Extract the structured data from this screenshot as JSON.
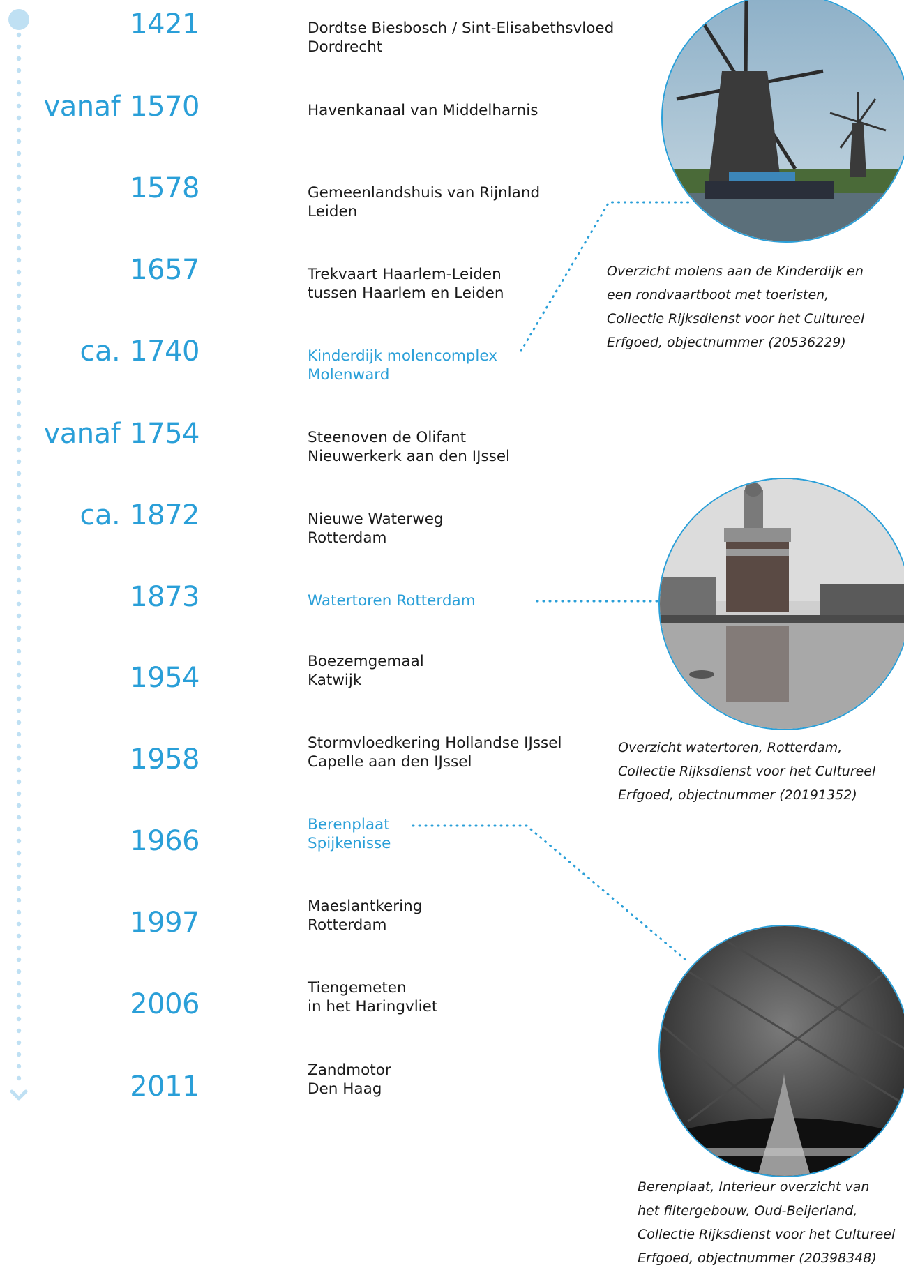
{
  "accent_color": "#2a9fd8",
  "rail_icons": {
    "top": "circle-dot-icon",
    "bottom": "chevron-down-icon"
  },
  "timeline": [
    {
      "prefix": "",
      "year": "1421",
      "line1": "Dordtse Biesbosch / Sint-Elisabethsvloed",
      "line2": "Dordrecht",
      "highlight": false
    },
    {
      "prefix": "vanaf",
      "year": "1570",
      "line1": "Havenkanaal van Middelharnis",
      "line2": "",
      "highlight": false
    },
    {
      "prefix": "",
      "year": "1578",
      "line1": "Gemeenlandshuis van Rijnland",
      "line2": "Leiden",
      "highlight": false
    },
    {
      "prefix": "",
      "year": "1657",
      "line1": "Trekvaart Haarlem-Leiden",
      "line2": "tussen Haarlem en Leiden",
      "highlight": false
    },
    {
      "prefix": "ca.",
      "year": "1740",
      "line1": "Kinderdijk molencomplex",
      "line2": "Molenward",
      "highlight": true
    },
    {
      "prefix": "vanaf",
      "year": "1754",
      "line1": "Steenoven de Olifant",
      "line2": "Nieuwerkerk aan den IJssel",
      "highlight": false
    },
    {
      "prefix": "ca.",
      "year": "1872",
      "line1": "Nieuwe Waterweg",
      "line2": "Rotterdam",
      "highlight": false
    },
    {
      "prefix": "",
      "year": "1873",
      "line1": "Watertoren Rotterdam",
      "line2": "",
      "highlight": true
    },
    {
      "prefix": "",
      "year": "1954",
      "line1": "Boezemgemaal",
      "line2": "Katwijk",
      "highlight": false
    },
    {
      "prefix": "",
      "year": "1958",
      "line1": "Stormvloedkering Hollandse IJssel",
      "line2": "Capelle aan den IJssel",
      "highlight": false
    },
    {
      "prefix": "",
      "year": "1966",
      "line1": "Berenplaat",
      "line2": "Spijkenisse",
      "highlight": true
    },
    {
      "prefix": "",
      "year": "1997",
      "line1": "Maeslantkering",
      "line2": "Rotterdam",
      "highlight": false
    },
    {
      "prefix": "",
      "year": "2006",
      "line1": "Tiengemeten",
      "line2": "in het Haringvliet",
      "highlight": false
    },
    {
      "prefix": "",
      "year": "2011",
      "line1": "Zandmotor",
      "line2": "Den Haag",
      "highlight": false
    }
  ],
  "photos": [
    {
      "subject": "windmills-photo",
      "caption": [
        "Overzicht molens aan de Kinderdijk en",
        "een rondvaartboot met toeristen,",
        "Collectie Rijksdienst voor het Cultureel",
        "Erfgoed, objectnummer (20536229)"
      ]
    },
    {
      "subject": "water-tower-photo",
      "caption": [
        "Overzicht watertoren, Rotterdam,",
        "Collectie Rijksdienst voor het Cultureel",
        "Erfgoed, objectnummer (20191352)"
      ]
    },
    {
      "subject": "filter-building-photo",
      "caption": [
        "Berenplaat, Interieur overzicht van",
        "het filtergebouw, Oud-Beijerland,",
        "Collectie Rijksdienst voor het Cultureel",
        "Erfgoed, objectnummer (20398348)"
      ]
    }
  ]
}
